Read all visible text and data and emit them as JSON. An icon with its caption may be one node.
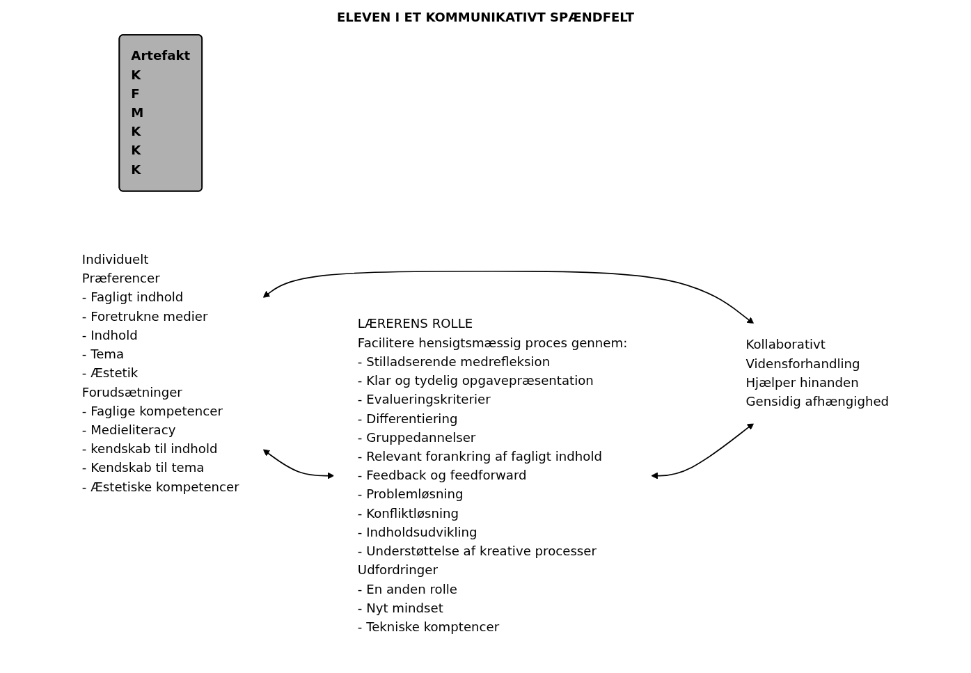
{
  "diagram": {
    "title": "ELEVEN I ET KOMMUNIKATIVT SPÆNDFELT",
    "nodes": [
      {
        "text": [
          "Artefakt",
          "K",
          "F",
          "M",
          "K",
          "K",
          "K"
        ]
      },
      {
        "text": [
          "Individuelt",
          "Præferencer",
          "- Fagligt indhold",
          "- Foretrukne medier",
          "- Indhold",
          "- Tema",
          "- Æstetik",
          "Forudsætninger",
          "- Faglige kompetencer",
          "- Medieliteracy",
          "- kendskab til indhold",
          "- Kendskab til tema",
          "- Æstetiske kompetencer"
        ]
      },
      {
        "text": [
          "LÆRERENS ROLLE",
          "Facilitere hensigtsmæssig proces gennem:",
          "- Stilladserende medrefleksion",
          "- Klar og tydelig opgavepræsentation",
          "- Evalueringskriterier",
          "- Differentiering",
          "- Gruppedannelser",
          "- Relevant forankring af fagligt indhold",
          "- Feedback og feedforward",
          "- Problemløsning",
          "- Konfliktløsning",
          "- Indholdsudvikling",
          "- Understøttelse af kreative processer",
          "Udfordringer",
          "- En anden rolle",
          "- Nyt mindset",
          "- Tekniske komptencer"
        ]
      },
      {
        "text": [
          "Kollaborativt",
          "Vidensforhandling",
          "Hjælper hinanden",
          "Gensidig afhængighed"
        ]
      }
    ],
    "edges": [
      {
        "from": 1,
        "to": 3,
        "arrow": "both"
      },
      {
        "from": 1,
        "to": 2,
        "arrow": "both"
      },
      {
        "from": 2,
        "to": 3,
        "arrow": "both"
      }
    ]
  }
}
